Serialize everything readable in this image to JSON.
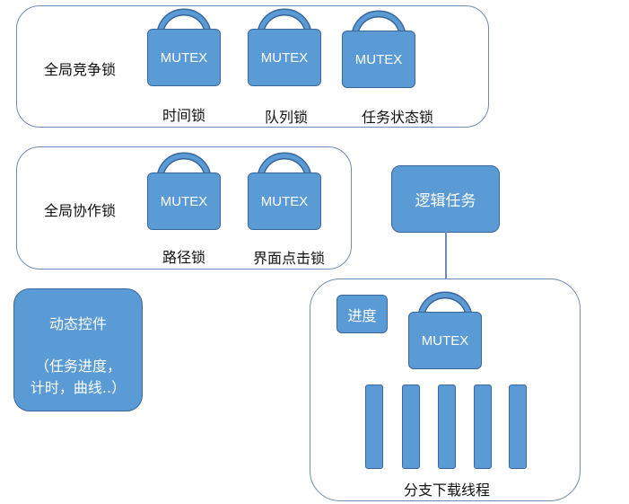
{
  "global_compete": {
    "label": "全局竞争锁",
    "locks": [
      {
        "text": "MUTEX",
        "caption": "时间锁"
      },
      {
        "text": "MUTEX",
        "caption": "队列锁"
      },
      {
        "text": "MUTEX",
        "caption": "任务状态锁"
      }
    ]
  },
  "global_coop": {
    "label": "全局协作锁",
    "locks": [
      {
        "text": "MUTEX",
        "caption": "路径锁"
      },
      {
        "text": "MUTEX",
        "caption": "界面点击锁"
      }
    ]
  },
  "dynamic_widget": {
    "title": "动态控件",
    "line1": "（任务进度，",
    "line2": "计时，曲线..）"
  },
  "logic_task": {
    "label": "逻辑任务"
  },
  "download": {
    "progress_label": "进度",
    "lock_text": "MUTEX",
    "caption": "分支下载线程",
    "thread_count": 5
  },
  "colors": {
    "fill": "#5b9bd5",
    "stroke": "#3a669a",
    "group_border": "#6f8bb3"
  }
}
